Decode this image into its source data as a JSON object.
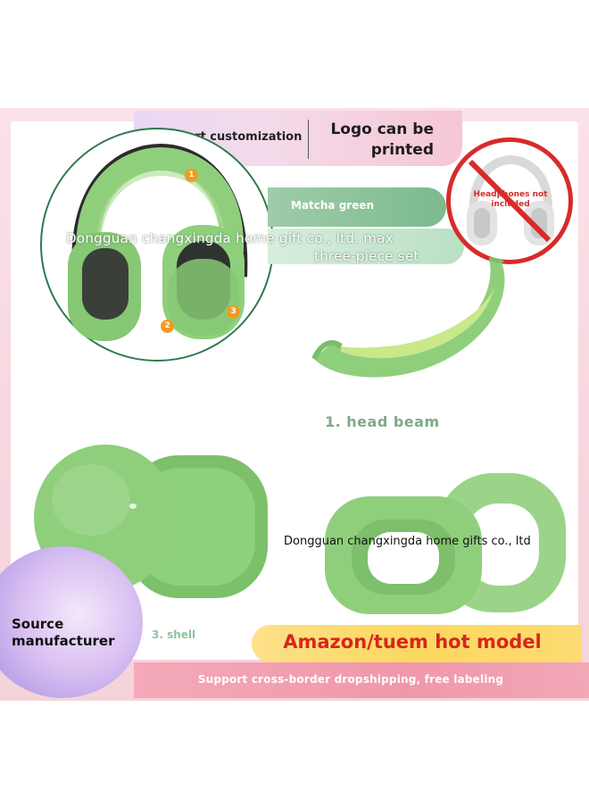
{
  "top_banner": {
    "customization": "Support customization",
    "logo": "Logo can be\nprinted"
  },
  "color_tag": "Matcha green",
  "company_overlay": {
    "line1": "Dongguan changxingda home gift co., ltd. max",
    "line2": "three-piece set"
  },
  "not_included": "Headphones not\nincluded",
  "badges": [
    "1",
    "2",
    "3"
  ],
  "labels": {
    "head_beam": "1. head beam",
    "shell": "3. shell",
    "earpad_caption": "Dongguan changxingda home gifts co., ltd"
  },
  "source": "Source\nmanufacturer",
  "amazon": "Amazon/tuem hot model",
  "bottom": "Support cross-border dropshipping, free labeling",
  "colors": {
    "product_green": "#8fcf7c",
    "accent_green": "#7cba8d",
    "warning_red": "#d72b2b",
    "amazon_red": "#d7261e",
    "banner_yellow": "#fbd85e",
    "band_pink": "#ef98ab"
  }
}
